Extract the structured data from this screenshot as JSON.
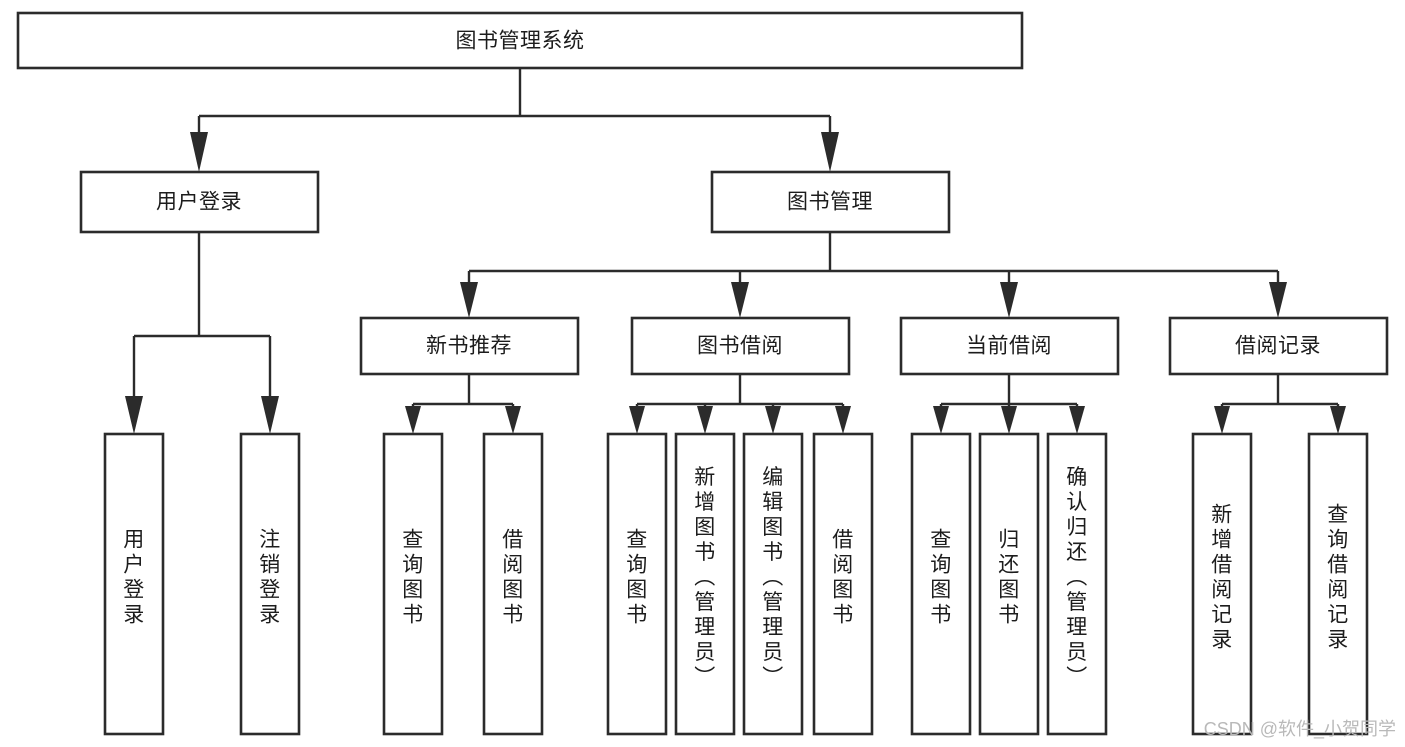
{
  "diagram": {
    "title": "图书管理系统",
    "type": "tree-hierarchy",
    "root": {
      "id": "root",
      "label": "图书管理系统",
      "orientation": "horizontal"
    },
    "level1": [
      {
        "id": "user-login",
        "label": "用户登录",
        "orientation": "horizontal"
      },
      {
        "id": "book-management",
        "label": "图书管理",
        "orientation": "horizontal"
      }
    ],
    "level2": [
      {
        "id": "new-book-recommend",
        "label": "新书推荐",
        "orientation": "horizontal",
        "parent": "book-management"
      },
      {
        "id": "book-borrow",
        "label": "图书借阅",
        "orientation": "horizontal",
        "parent": "book-management"
      },
      {
        "id": "current-borrow",
        "label": "当前借阅",
        "orientation": "horizontal",
        "parent": "book-management"
      },
      {
        "id": "borrow-record",
        "label": "借阅记录",
        "orientation": "horizontal",
        "parent": "book-management"
      }
    ],
    "leaves": [
      {
        "id": "leaf-user-login",
        "label": "用户登录",
        "orientation": "vertical",
        "parent": "user-login"
      },
      {
        "id": "leaf-logout-login",
        "label": "注销登录",
        "orientation": "vertical",
        "parent": "user-login"
      },
      {
        "id": "leaf-query-book-1",
        "label": "查询图书",
        "orientation": "vertical",
        "parent": "new-book-recommend"
      },
      {
        "id": "leaf-borrow-book-1",
        "label": "借阅图书",
        "orientation": "vertical",
        "parent": "new-book-recommend"
      },
      {
        "id": "leaf-query-book-2",
        "label": "查询图书",
        "orientation": "vertical",
        "parent": "book-borrow"
      },
      {
        "id": "leaf-add-book",
        "label": "新增图书（管理员）",
        "orientation": "vertical",
        "parent": "book-borrow"
      },
      {
        "id": "leaf-edit-book",
        "label": "编辑图书（管理员）",
        "orientation": "vertical",
        "parent": "book-borrow"
      },
      {
        "id": "leaf-borrow-book-2",
        "label": "借阅图书",
        "orientation": "vertical",
        "parent": "book-borrow"
      },
      {
        "id": "leaf-query-book-3",
        "label": "查询图书",
        "orientation": "vertical",
        "parent": "current-borrow"
      },
      {
        "id": "leaf-return-book",
        "label": "归还图书",
        "orientation": "vertical",
        "parent": "current-borrow"
      },
      {
        "id": "leaf-confirm-return",
        "label": "确认归还（管理员）",
        "orientation": "vertical",
        "parent": "current-borrow"
      },
      {
        "id": "leaf-add-record",
        "label": "新增借阅记录",
        "orientation": "vertical",
        "parent": "borrow-record"
      },
      {
        "id": "leaf-query-record",
        "label": "查询借阅记录",
        "orientation": "vertical",
        "parent": "borrow-record"
      }
    ],
    "watermark": "CSDN @软件_小贺同学",
    "colors": {
      "stroke": "#2b2b2b",
      "fill": "#ffffff",
      "text": "#1c1c1c",
      "watermark": "#b9b9b9",
      "background": "#ffffff"
    }
  }
}
